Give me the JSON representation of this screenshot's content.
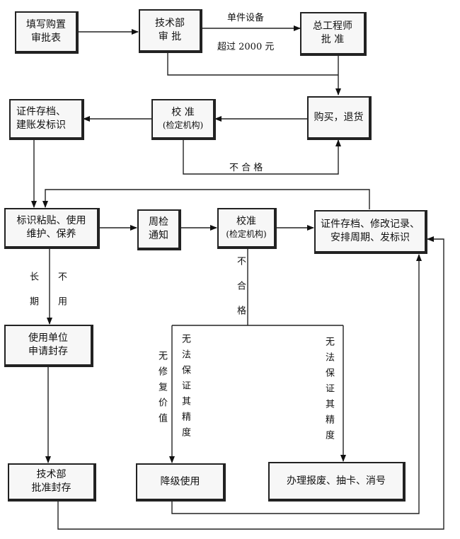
{
  "boxes": {
    "fill_form": {
      "line1": "填写购置",
      "line2": "审批表"
    },
    "tech_approve": {
      "line1": "技术部",
      "line2": "审  批"
    },
    "chief_engineer": {
      "line1": "总工程师",
      "line2": "批  准"
    },
    "cert_archive_1": {
      "line1": "证件存档、",
      "line2": "建账发标识"
    },
    "calibrate_1": {
      "line1": "校  准",
      "line2": "(检定机构)"
    },
    "purchase_return": {
      "line1": "购买，退货"
    },
    "label_use": {
      "line1": "标识粘贴、使用",
      "line2": "维护、保养"
    },
    "periodic_notice": {
      "line1": "周检",
      "line2": "通知"
    },
    "calibrate_2": {
      "line1": "校准",
      "line2": "(检定机构)"
    },
    "cert_archive_2": {
      "line1": "证件存档、修改记录、",
      "line2": "安排周期、发标识"
    },
    "apply_seal": {
      "line1": "使用单位",
      "line2": "申请封存"
    },
    "tech_approve_seal": {
      "line1": "技术部",
      "line2": "批准封存"
    },
    "downgrade": {
      "line1": "降级使用"
    },
    "scrap": {
      "line1": "办理报废、抽卡、消号"
    }
  },
  "labels": {
    "single_device": "单件设备",
    "over_2000": "超过 2000 元",
    "unqualified_h": "不  合  格",
    "long_term": "长期",
    "not_used": "不用",
    "unqualified_v": "不合格",
    "cannot_ensure_1": "无法保证其精度",
    "no_repair_value": "无修复价值",
    "cannot_ensure_2": "无法保证其精度"
  }
}
